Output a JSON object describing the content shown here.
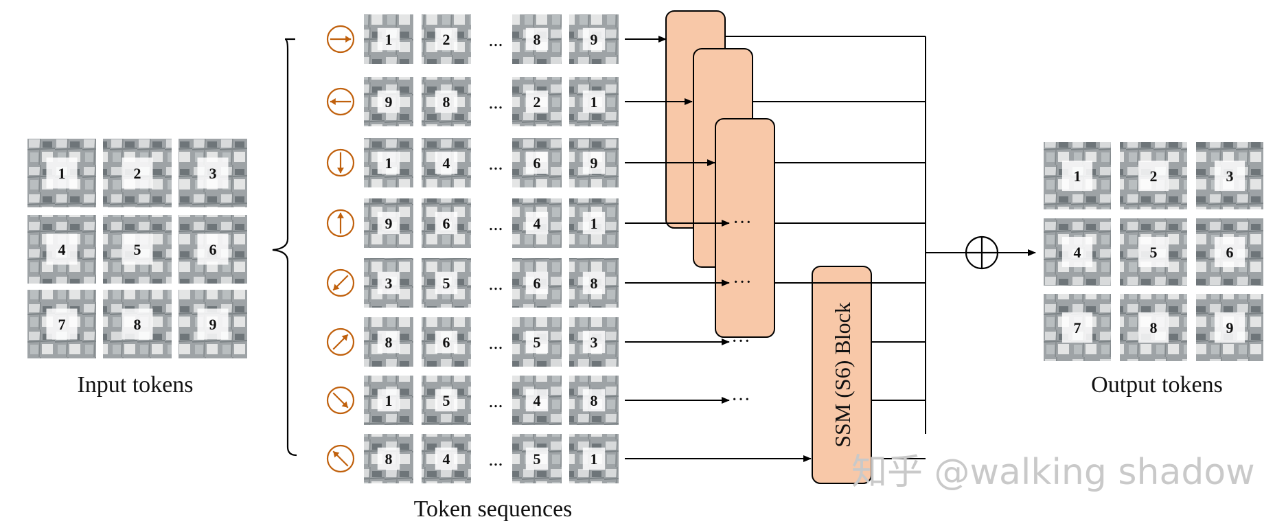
{
  "captions": {
    "input": "Input tokens",
    "sequences": "Token sequences",
    "output": "Output tokens"
  },
  "grid_labels": [
    "1",
    "2",
    "3",
    "4",
    "5",
    "6",
    "7",
    "8",
    "9"
  ],
  "sequences": [
    {
      "direction": "right",
      "tokens": [
        "1",
        "2",
        "8",
        "9"
      ]
    },
    {
      "direction": "left",
      "tokens": [
        "9",
        "8",
        "2",
        "1"
      ]
    },
    {
      "direction": "down",
      "tokens": [
        "1",
        "4",
        "6",
        "9"
      ]
    },
    {
      "direction": "up",
      "tokens": [
        "9",
        "6",
        "4",
        "1"
      ]
    },
    {
      "direction": "down-left",
      "tokens": [
        "3",
        "5",
        "6",
        "8"
      ]
    },
    {
      "direction": "up-right",
      "tokens": [
        "8",
        "6",
        "5",
        "3"
      ]
    },
    {
      "direction": "down-right",
      "tokens": [
        "1",
        "5",
        "4",
        "8"
      ]
    },
    {
      "direction": "up-left",
      "tokens": [
        "8",
        "4",
        "5",
        "1"
      ]
    }
  ],
  "ellipsis": "...",
  "chain_dots": "···",
  "ssm_block_label": "SSM (S6) Block",
  "watermark": "知乎 @walking shadow",
  "colors": {
    "block_fill": "#f8c8a8",
    "direction_icon": "#c0600c",
    "tile_base": "#9aa0a3",
    "line": "#000000"
  }
}
